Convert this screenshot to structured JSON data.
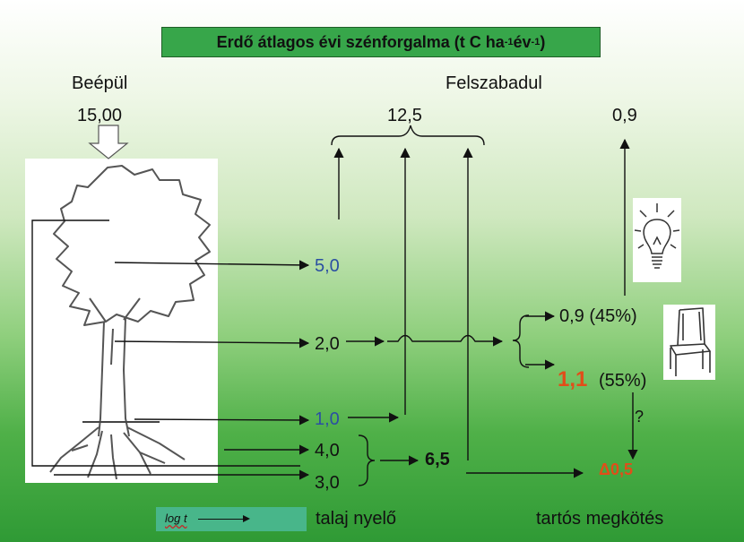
{
  "title": {
    "main": "Erdő átlagos évi szénforgalma (t C ha",
    "sup1": "-1",
    "mid": "év",
    "sup2": "-1",
    "end": ")"
  },
  "headers": {
    "left": "Beépül",
    "right": "Felszabadul"
  },
  "values": {
    "input": "15,00",
    "released_total": "12,5",
    "released_right": "0,9",
    "crown": "5,0",
    "trunk": "2,0",
    "root_top": "1,0",
    "root_mid": "4,0",
    "root_low": "3,0",
    "sum": "6,5",
    "use1": "0,9 (45%)",
    "use2_value": "1,1",
    "use2_pct": "(55%)",
    "question": "?",
    "delta": "Δ0,5"
  },
  "bottom": {
    "legend": "log t",
    "soil": "talaj nyelő",
    "durable": "tartós megkötés"
  },
  "colors": {
    "title_bg": "#37a64a",
    "blue_text": "#2b4fa2",
    "red_text": "#e24d19"
  }
}
